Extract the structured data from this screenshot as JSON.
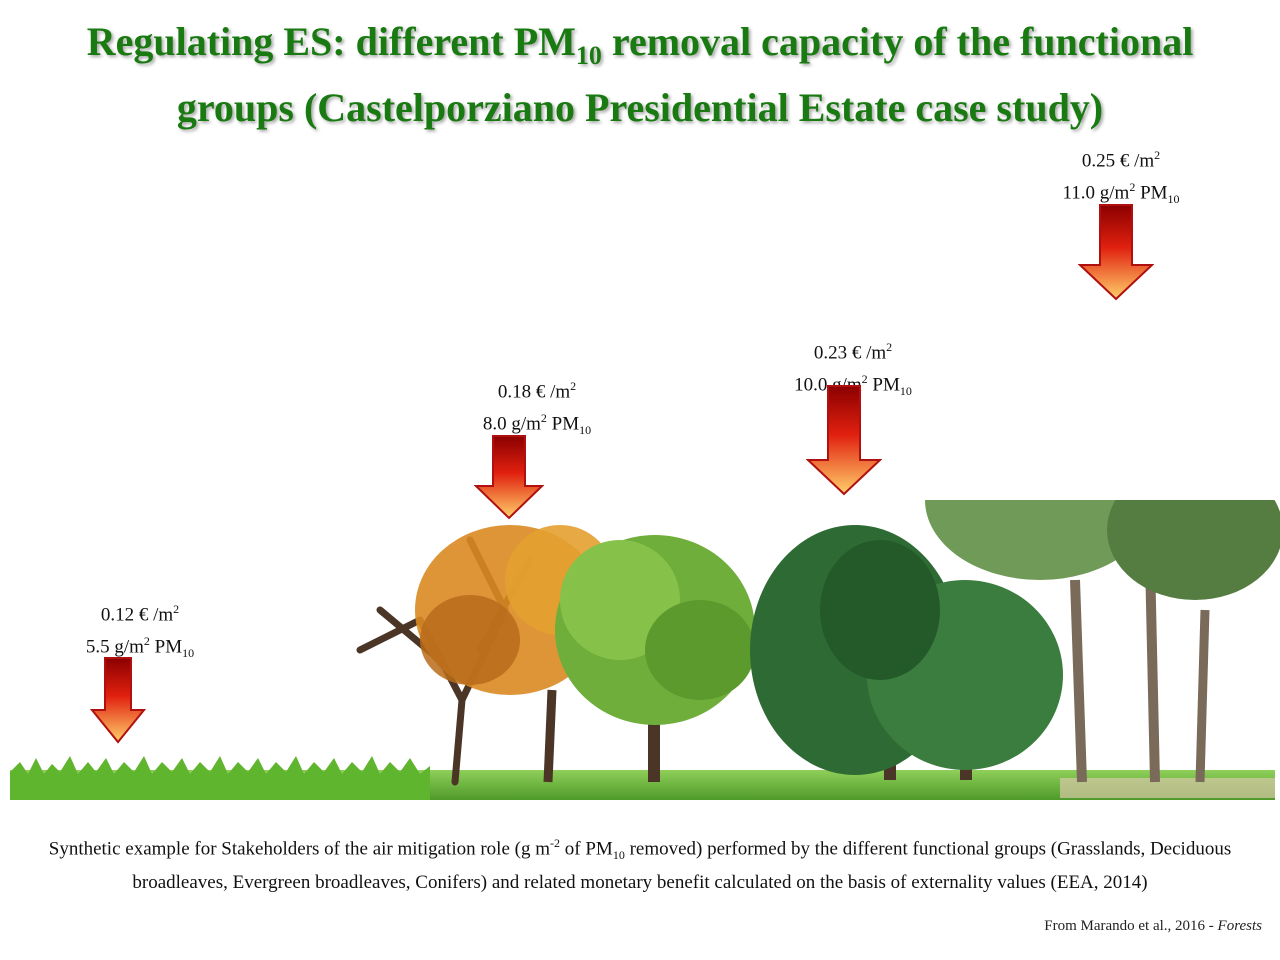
{
  "title": {
    "line1_prefix": "Regulating ES: different PM",
    "line1_sub": "10",
    "line1_suffix": " removal capacity of the functional",
    "line2": "groups (Castelporziano Presidential Estate case study)"
  },
  "groups": [
    {
      "value_line": "0.12 € /m",
      "value_sup": "2",
      "removal_line": "5.5 g/m",
      "removal_sup": "2",
      "removal_unit": " PM",
      "removal_sub": "10"
    },
    {
      "value_line": "0.18 € /m",
      "value_sup": "2",
      "removal_line": "8.0 g/m",
      "removal_sup": "2",
      "removal_unit": " PM",
      "removal_sub": "10"
    },
    {
      "value_line": "0.23 € /m",
      "value_sup": "2",
      "removal_line": "10.0 g/m",
      "removal_sup": "2",
      "removal_unit": " PM",
      "removal_sub": "10"
    },
    {
      "value_line": "0.25 € /m",
      "value_sup": "2",
      "removal_line": "11.0 g/m",
      "removal_sup": "2",
      "removal_unit": " PM",
      "removal_sub": "10"
    }
  ],
  "caption": {
    "part1": "Synthetic example for Stakeholders of the air mitigation role (g m",
    "sup": "-2",
    "part2": "  of PM",
    "sub": "10",
    "part3": " removed) performed by the different functional groups (Grasslands, Deciduous broadleaves, Evergreen broadleaves, Conifers) and related monetary benefit calculated on the basis of externality values (EEA, 2014)"
  },
  "credit": {
    "text": "From Marando et al., 2016 - ",
    "journal": "Forests"
  },
  "colors": {
    "title": "#1a7a12",
    "arrow_top": "#8b0000",
    "arrow_mid": "#e0200f",
    "arrow_bottom": "#ffcf6a",
    "grass": "#5fb52e",
    "foliage_autumn": "#d98a22",
    "foliage_light": "#6fae3a",
    "foliage_dark": "#2e6b34",
    "foliage_pine": "#5f8a4a"
  }
}
